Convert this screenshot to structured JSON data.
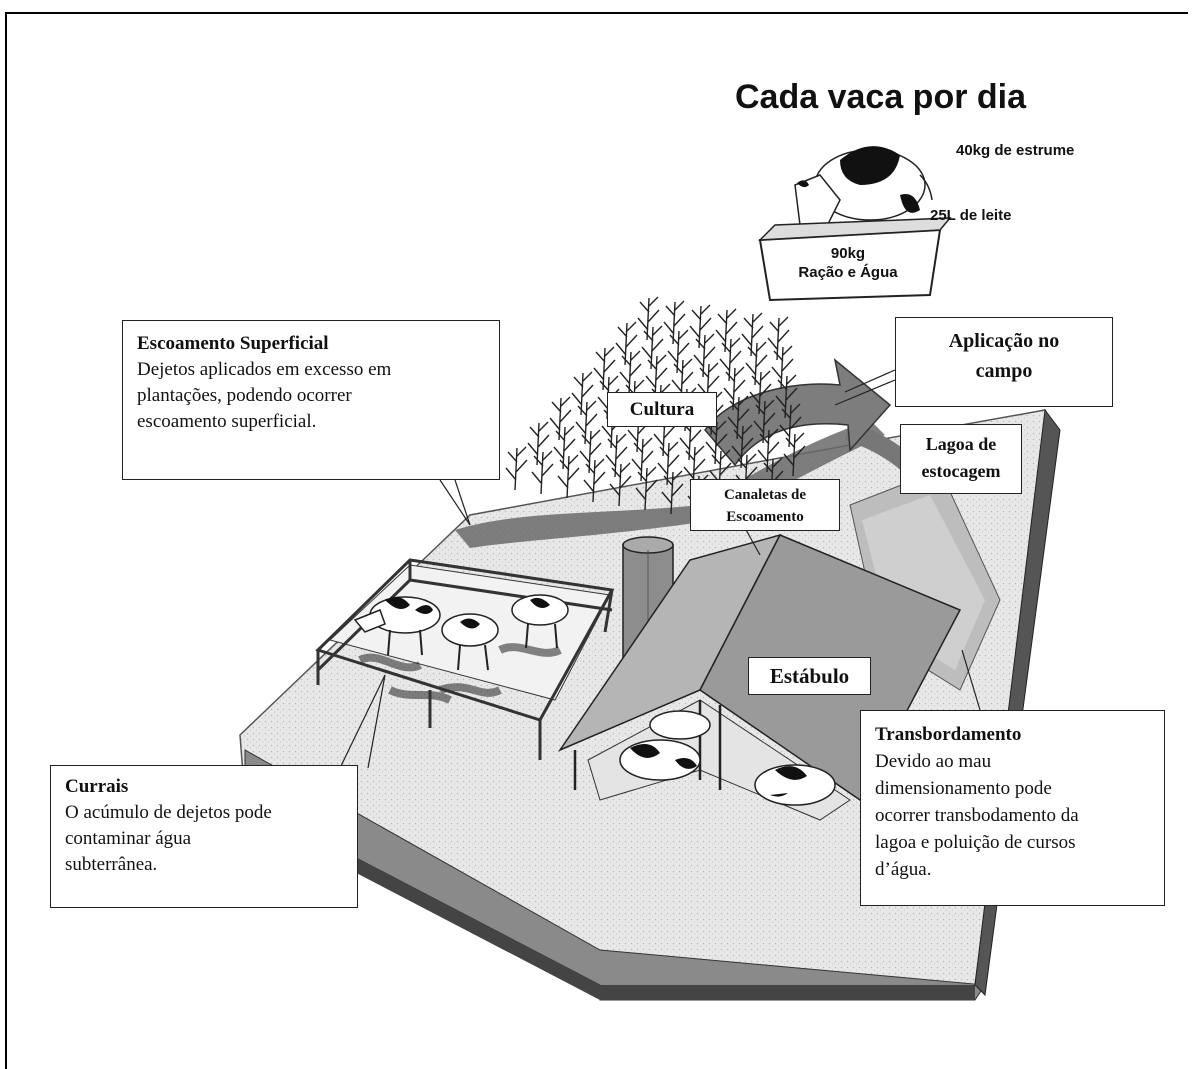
{
  "header": {
    "title": "Cada vaca por dia"
  },
  "cow_stats": {
    "manure": "40kg de estrume",
    "milk": "25L de leite",
    "feed_amount": "90kg",
    "feed_label": "Ração e Água"
  },
  "callouts": {
    "runoff": {
      "title": "Escoamento Superficial",
      "lines": [
        "Dejetos aplicados em excesso em",
        "plantações, podendo ocorrer",
        "escoamento superficial."
      ]
    },
    "field_application": {
      "lines": [
        "Aplicação no",
        "campo"
      ]
    },
    "storage_lagoon": {
      "lines": [
        "Lagoa de",
        "estocagem"
      ]
    },
    "culture": {
      "label": "Cultura"
    },
    "channels": {
      "lines": [
        "Canaletas de",
        "Escoamento"
      ]
    },
    "stable": {
      "label": "Estábulo"
    },
    "corrals": {
      "title": "Currais",
      "lines": [
        "O acúmulo de dejetos pode",
        "contaminar água",
        "subterrânea."
      ]
    },
    "overflow": {
      "title": "Transbordamento",
      "lines": [
        "Devido ao mau",
        "dimensionamento pode",
        "ocorrer transbodamento da",
        "lagoa e poluição de cursos",
        "d’água."
      ]
    }
  },
  "colors": {
    "ink": "#111111",
    "ground": "#d9d9d9",
    "shadow": "#6e6e6e"
  }
}
